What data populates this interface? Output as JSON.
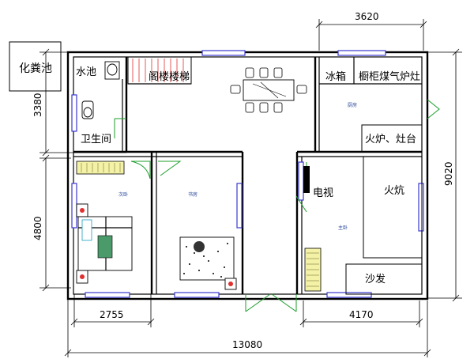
{
  "dimensions": {
    "top": "3620",
    "left_upper": "3380",
    "left_lower": "4800",
    "right": "9020",
    "bottom_left": "2755",
    "bottom_right": "4170",
    "bottom_total": "13080"
  },
  "labels": {
    "septic_tank": "化粪池",
    "sink": "水池",
    "stairs": "阁楼楼梯",
    "fridge": "冰箱",
    "cabinet_stove": "橱柜煤气炉灶",
    "bathroom": "卫生间",
    "stove_table": "火炉、灶台",
    "tv": "电视",
    "kang": "火炕",
    "sofa": "沙发"
  },
  "room_tags": {
    "kitchen": "厨房",
    "second_bedroom": "次卧",
    "study": "书房",
    "master_bedroom": "主卧"
  },
  "colors": {
    "wall": "#000000",
    "window": "#3a3acf",
    "door": "#1a9e2a",
    "room_tag": "#2a4a9a"
  }
}
